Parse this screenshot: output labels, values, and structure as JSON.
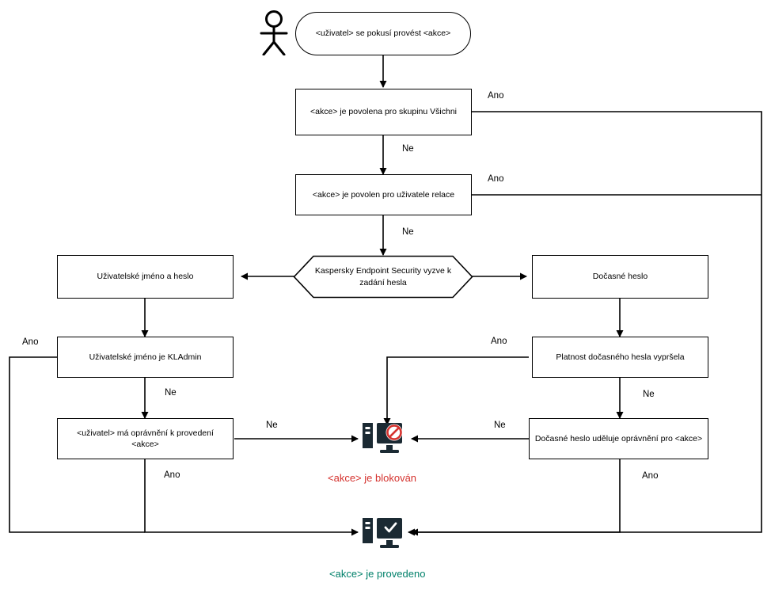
{
  "diagram": {
    "type": "flowchart",
    "language": "cs",
    "nodes": {
      "start": "<uživatel> se pokusí provést <akce>",
      "allowed_everyone": "<akce> je povolena pro skupinu Všichni",
      "allowed_session_user": "<akce> je povolen pro uživatele relace",
      "prompt_password": "Kaspersky Endpoint Security vyzve k zadání hesla",
      "username_password": "Uživatelské jméno a heslo",
      "temporary_password": "Dočasné heslo",
      "username_is_kladmin": "Uživatelské jméno je KLAdmin",
      "temp_password_expired": "Platnost dočasného hesla vypršela",
      "user_has_permission": "<uživatel> má oprávnění k provedení <akce>",
      "temp_password_grants": "Dočasné heslo uděluje oprávnění pro <akce>"
    },
    "edge_labels": {
      "yes_everyone": "Ano",
      "no_everyone": "Ne",
      "yes_session": "Ano",
      "no_session": "Ne",
      "yes_kladmin": "Ano",
      "no_kladmin": "Ne",
      "yes_expired": "Ano",
      "no_expired": "Ne",
      "no_permission": "Ne",
      "yes_permission": "Ano",
      "no_temp_grants": "Ne",
      "yes_temp_grants": "Ano"
    },
    "captions": {
      "blocked": "<akce> je blokován",
      "done": "<akce> je provedeno"
    },
    "icons": {
      "user": "user-icon",
      "blocked_monitor": "monitor-blocked-icon",
      "done_monitor": "monitor-check-icon"
    },
    "colors": {
      "blocked": "#d5322e",
      "done": "#00806a",
      "stroke": "#000000",
      "background": "#ffffff"
    }
  }
}
